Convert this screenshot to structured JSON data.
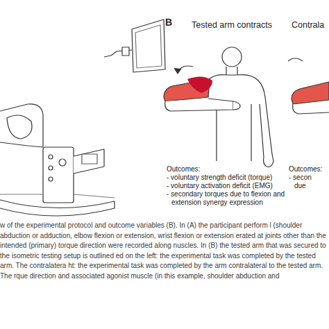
{
  "diagram": {
    "caption": "w of the experimental protocol and outcome variables (B). In (A) the participant perform l (shoulder abduction or adduction, elbow flexion or extension, wrist flexion or extension erated at joints other than the intended (primary) torque direction were recorded along nuscles. In (B) the tested arm that was secured to the isometric testing setup is outlined ed on the left: the experimental task was completed by the tested arm. The contralatera ht: the experimental task was completed by the arm contralateral to the tested arm. The rque direction and associated agonist muscle (in this example, shoulder abduction and",
    "labels": [
      "B",
      "Tested arm contracts",
      "Contrala",
      "Outcomes:",
      "- voluntary strength deficit (torque)",
      "- voluntary activation deficit (EMG)",
      "- secondary torques due to flexion and extension synergy expression",
      "Outcomes:",
      "- secon",
      "due"
    ]
  }
}
